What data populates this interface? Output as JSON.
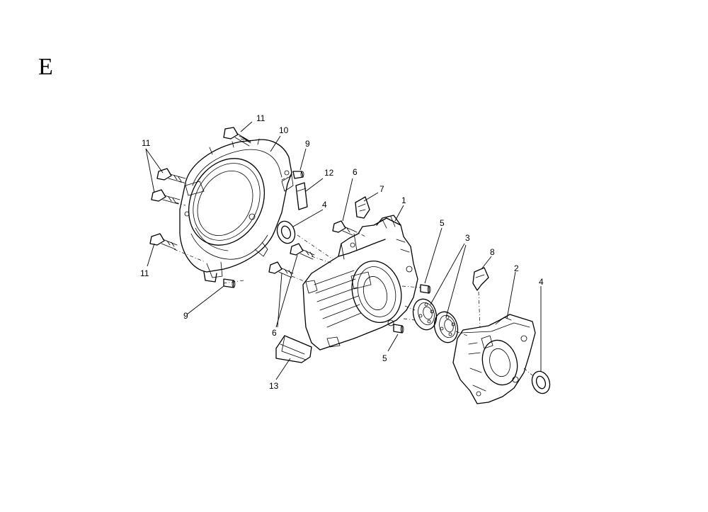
{
  "section": {
    "letter": "E"
  },
  "callouts": {
    "c1": "1",
    "c2": "2",
    "c3": "3",
    "c4a": "4",
    "c4b": "4",
    "c5a": "5",
    "c5b": "5",
    "c6a": "6",
    "c6b": "6",
    "c7": "7",
    "c8": "8",
    "c9a": "9",
    "c9b": "9",
    "c10": "10",
    "c11a": "11",
    "c11b": "11",
    "c11c": "11",
    "c12": "12",
    "c13": "13"
  }
}
